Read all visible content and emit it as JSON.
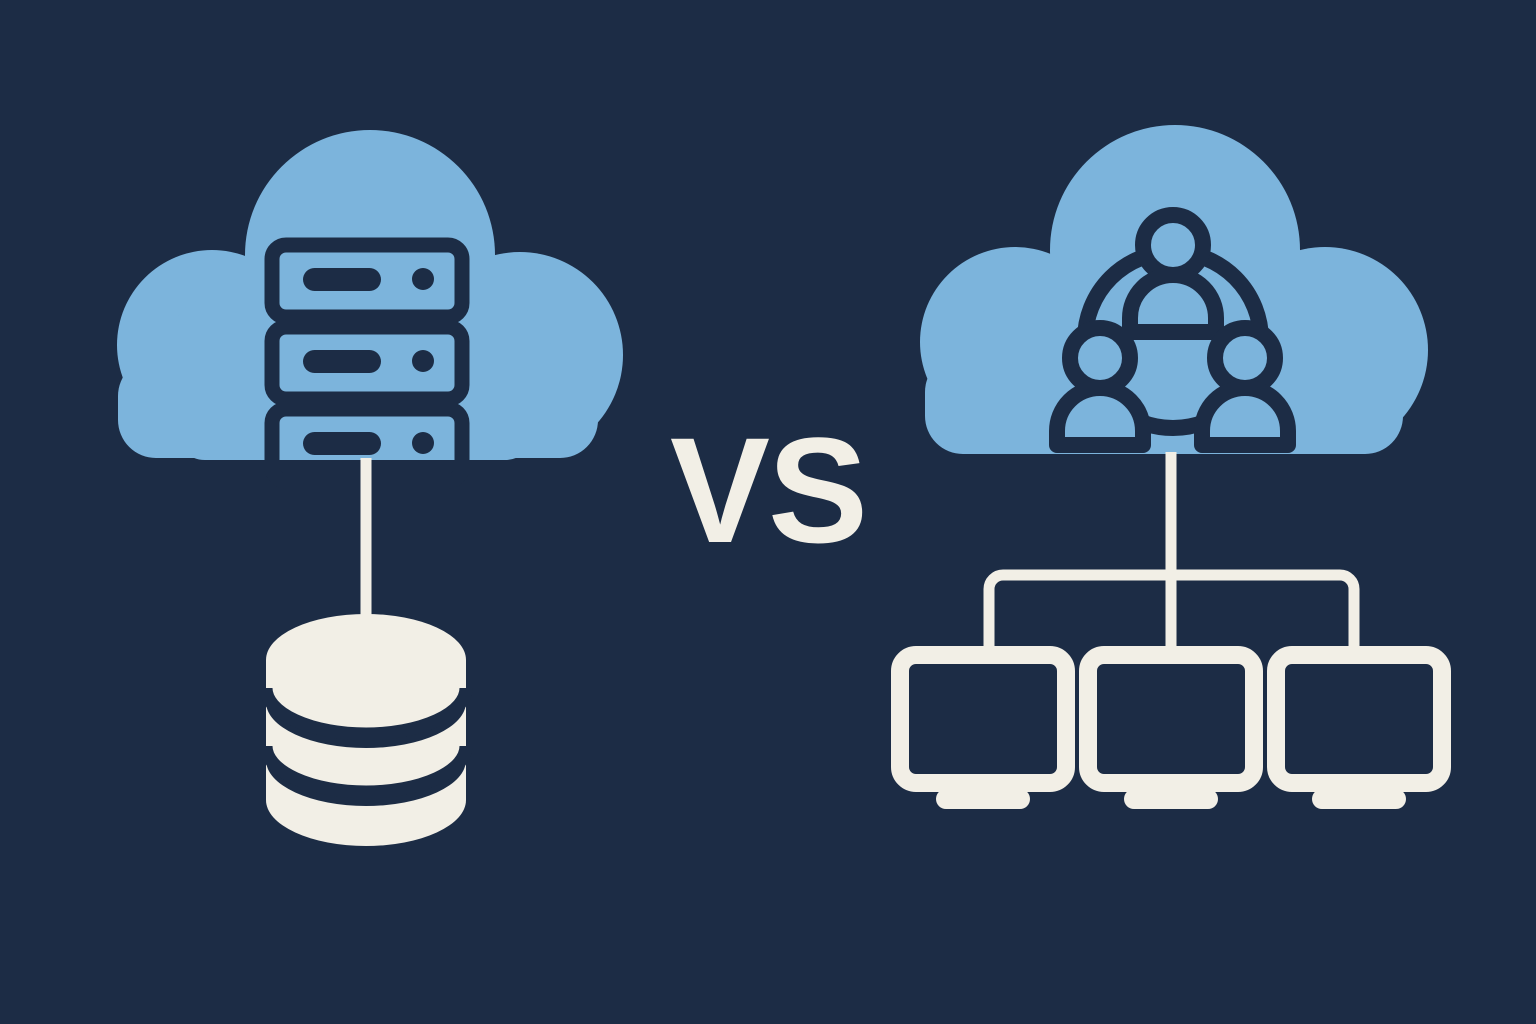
{
  "graphic": {
    "title": "Cloud architecture comparison",
    "center_label": "VS",
    "background_color": "#1c2c45",
    "cloud_color": "#7cb4dc",
    "cream_color": "#f2efe6",
    "navy_ink_color": "#1c2c45"
  },
  "left_panel": {
    "name": "centralized-cloud-database",
    "cloud_icon_name": "cloud-shape",
    "inner_icon_name": "server-rack-icon",
    "server_units": [
      {
        "slot_name": "server-slot",
        "led_name": "server-led"
      },
      {
        "slot_name": "server-slot",
        "led_name": "server-led"
      },
      {
        "slot_name": "server-slot",
        "led_name": "server-led"
      }
    ],
    "connector_name": "vertical-connector-line",
    "bottom_icon_name": "database-cylinder-icon",
    "database_bands": 3
  },
  "right_panel": {
    "name": "distributed-cloud-clients",
    "cloud_icon_name": "cloud-shape",
    "inner_icon_name": "people-network-icon",
    "people_count": 3,
    "connector_name": "branching-connector-lines",
    "clients": [
      {
        "icon_name": "monitor-icon"
      },
      {
        "icon_name": "monitor-icon"
      },
      {
        "icon_name": "monitor-icon"
      }
    ]
  }
}
